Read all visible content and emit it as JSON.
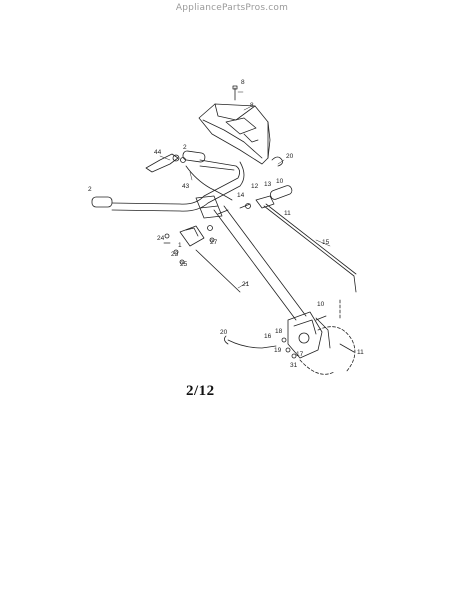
{
  "header": {
    "site": "AppliancePartsPros.com"
  },
  "page": {
    "number": "2/12"
  },
  "labels": {
    "l8a": "8",
    "l8b": "8",
    "l2a": "2",
    "l2b": "2",
    "l44": "44",
    "l20a": "20",
    "l43": "43",
    "l12": "12",
    "l13": "13",
    "l10a": "10",
    "l14": "14",
    "l11a": "11",
    "l15": "15",
    "l27": "27",
    "l24": "24",
    "l23": "23",
    "l25": "25",
    "l1": "1",
    "l21": "21",
    "l10b": "10",
    "l20b": "20",
    "l16": "16",
    "l18": "18",
    "l17": "17",
    "l19": "19",
    "l31": "31",
    "l11b": "11"
  }
}
